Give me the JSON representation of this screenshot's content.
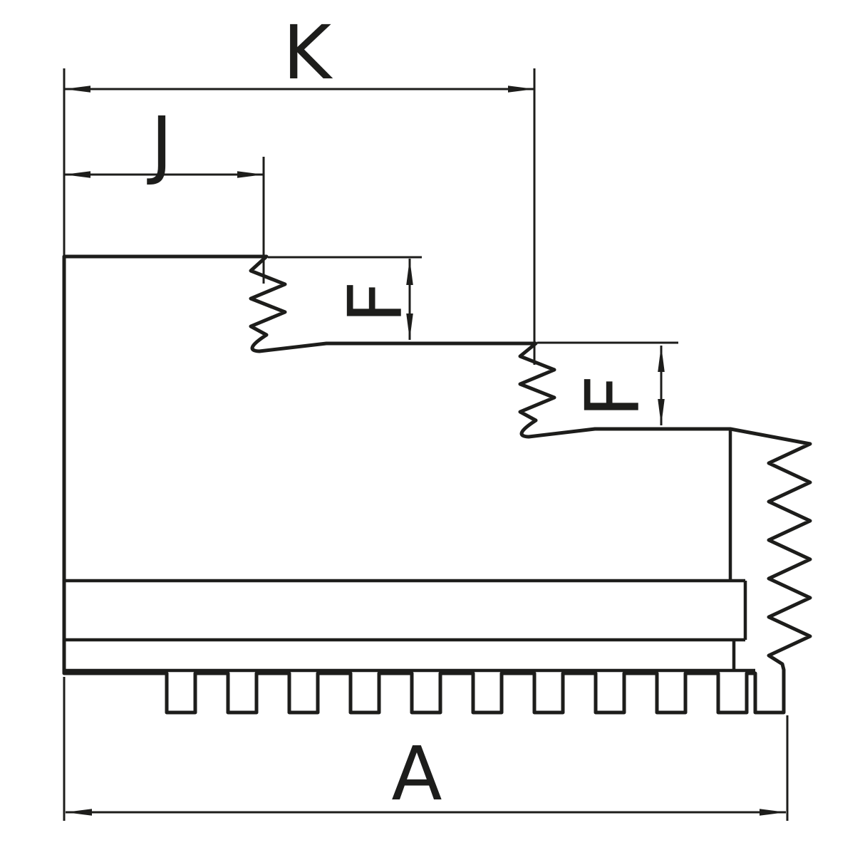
{
  "drawing": {
    "background_color": "#ffffff",
    "line_color": "#1d1d1b",
    "labels": {
      "k": "K",
      "j": "J",
      "f_step1": "F",
      "f_step2": "F",
      "a": "A"
    }
  }
}
